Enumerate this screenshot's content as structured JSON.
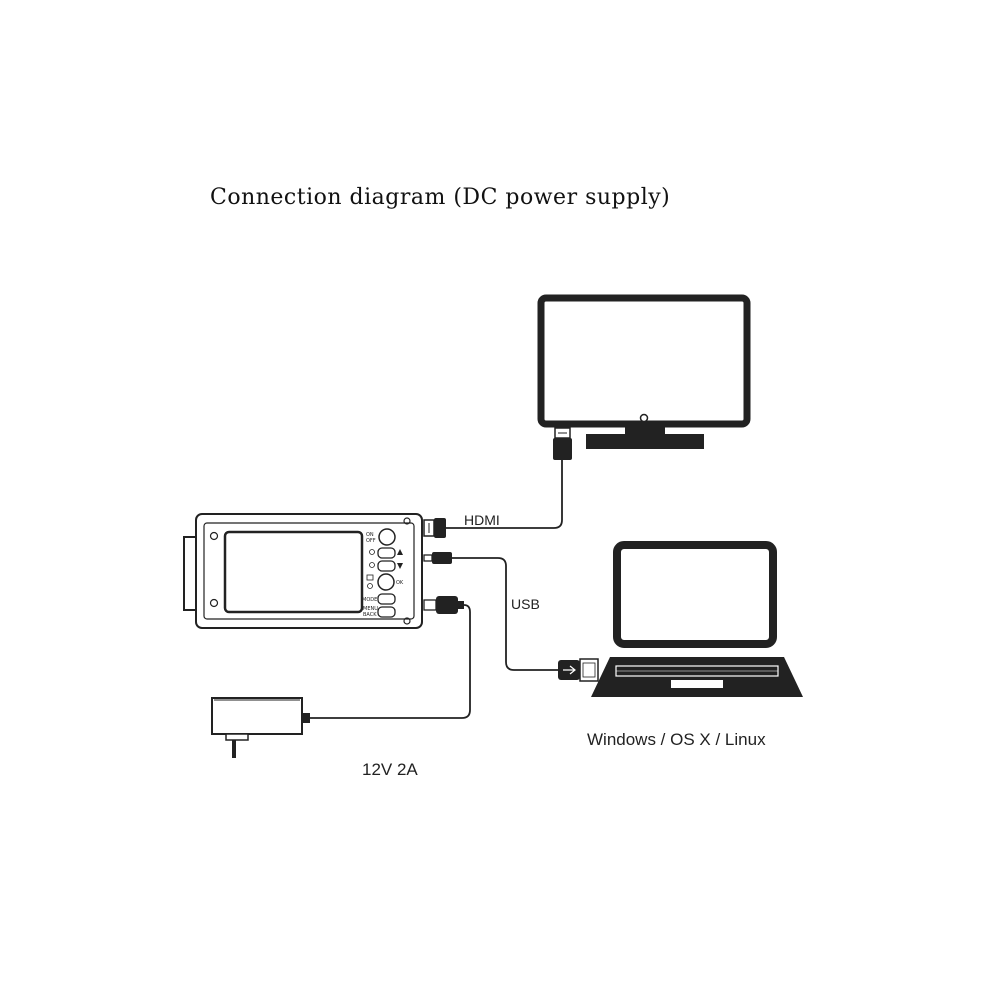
{
  "title": "Connection diagram (DC power supply)",
  "labels": {
    "hdmi": "HDMI",
    "usb": "USB",
    "power": "12V 2A",
    "os": "Windows / OS X / Linux"
  },
  "device_buttons": {
    "on_off_top": "ON",
    "on_off_bottom": "OFF",
    "ok": "OK",
    "mode": "MODE",
    "menu": "MENU",
    "back": "BACK"
  },
  "icons": [
    "monitor-icon",
    "laptop-icon",
    "power-adapter-icon",
    "hdmi-plug-icon",
    "usb-plug-icon",
    "dc-plug-icon",
    "camera-device-icon"
  ],
  "colors": {
    "line": "#222222",
    "background": "#ffffff"
  }
}
